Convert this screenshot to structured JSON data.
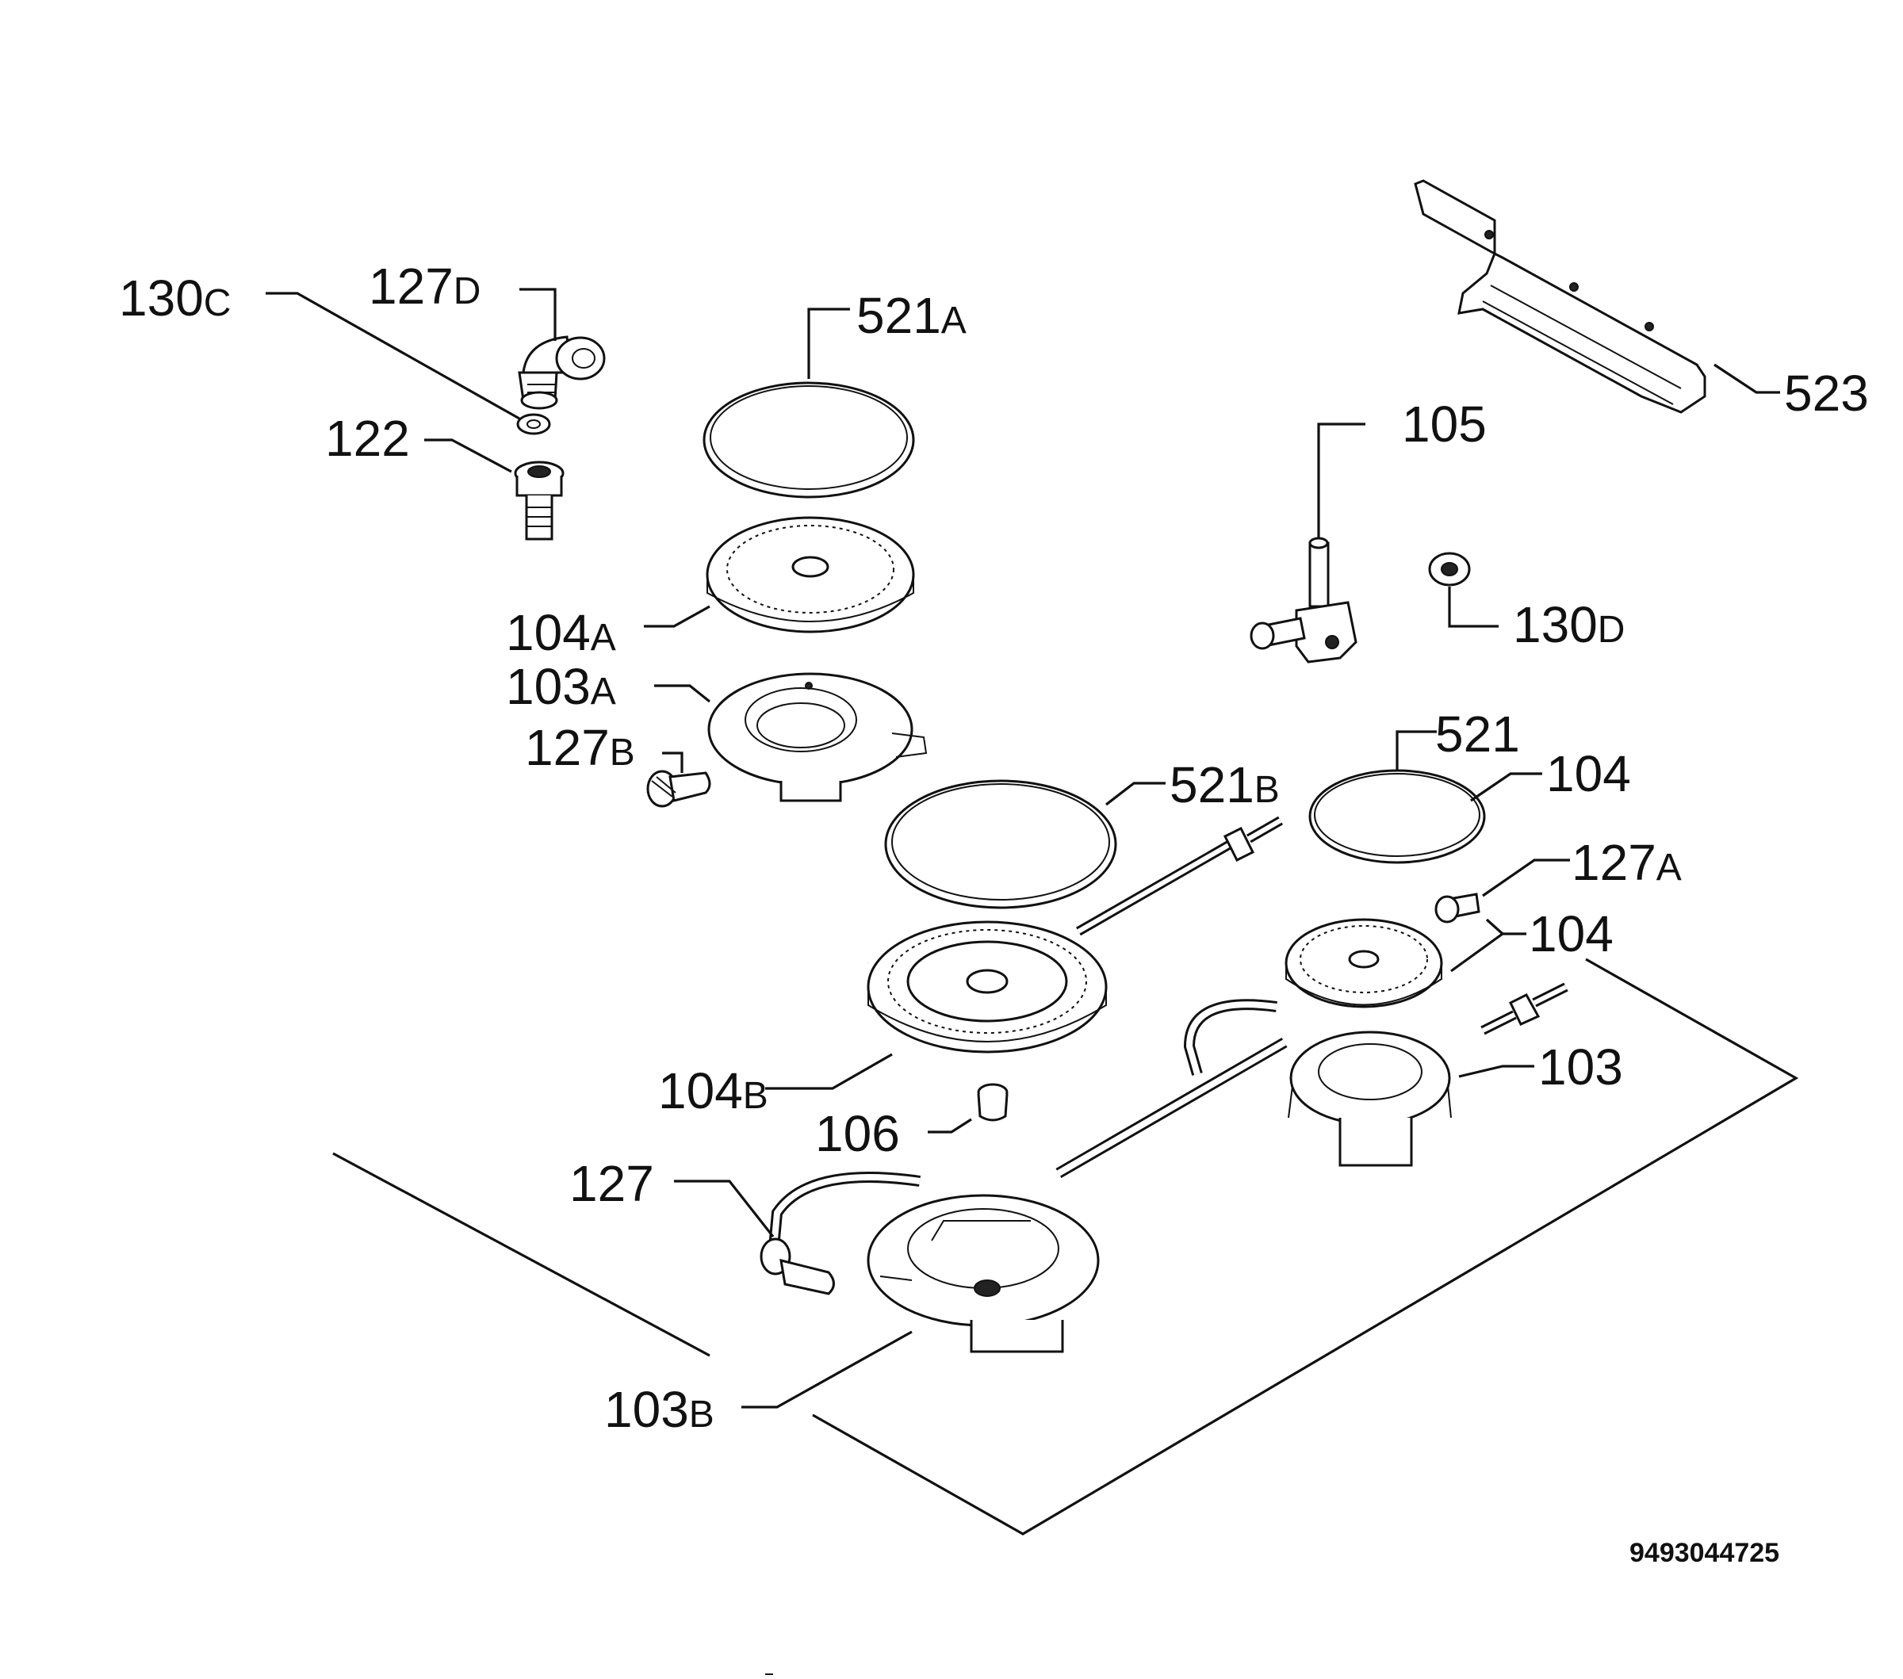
{
  "drawing_number": "9493044725",
  "labels": {
    "l130C": {
      "num": "130",
      "sfx": "C"
    },
    "l127D": {
      "num": "127",
      "sfx": "D"
    },
    "l122": {
      "num": "122",
      "sfx": ""
    },
    "l521A": {
      "num": "521",
      "sfx": "A"
    },
    "l104A": {
      "num": "104",
      "sfx": "A"
    },
    "l103A": {
      "num": "103",
      "sfx": "A"
    },
    "l127B": {
      "num": "127",
      "sfx": "B"
    },
    "l521B": {
      "num": "521",
      "sfx": "B"
    },
    "l104B": {
      "num": "104",
      "sfx": "B"
    },
    "l106": {
      "num": "106",
      "sfx": ""
    },
    "l127": {
      "num": "127",
      "sfx": ""
    },
    "l103B": {
      "num": "103",
      "sfx": "B"
    },
    "l105": {
      "num": "105",
      "sfx": ""
    },
    "l523": {
      "num": "523",
      "sfx": ""
    },
    "l130D": {
      "num": "130",
      "sfx": "D"
    },
    "l521": {
      "num": "521",
      "sfx": ""
    },
    "l104r1": {
      "num": "104",
      "sfx": ""
    },
    "l127A": {
      "num": "127",
      "sfx": "A"
    },
    "l104r2": {
      "num": "104",
      "sfx": ""
    },
    "l103": {
      "num": "103",
      "sfx": ""
    }
  }
}
